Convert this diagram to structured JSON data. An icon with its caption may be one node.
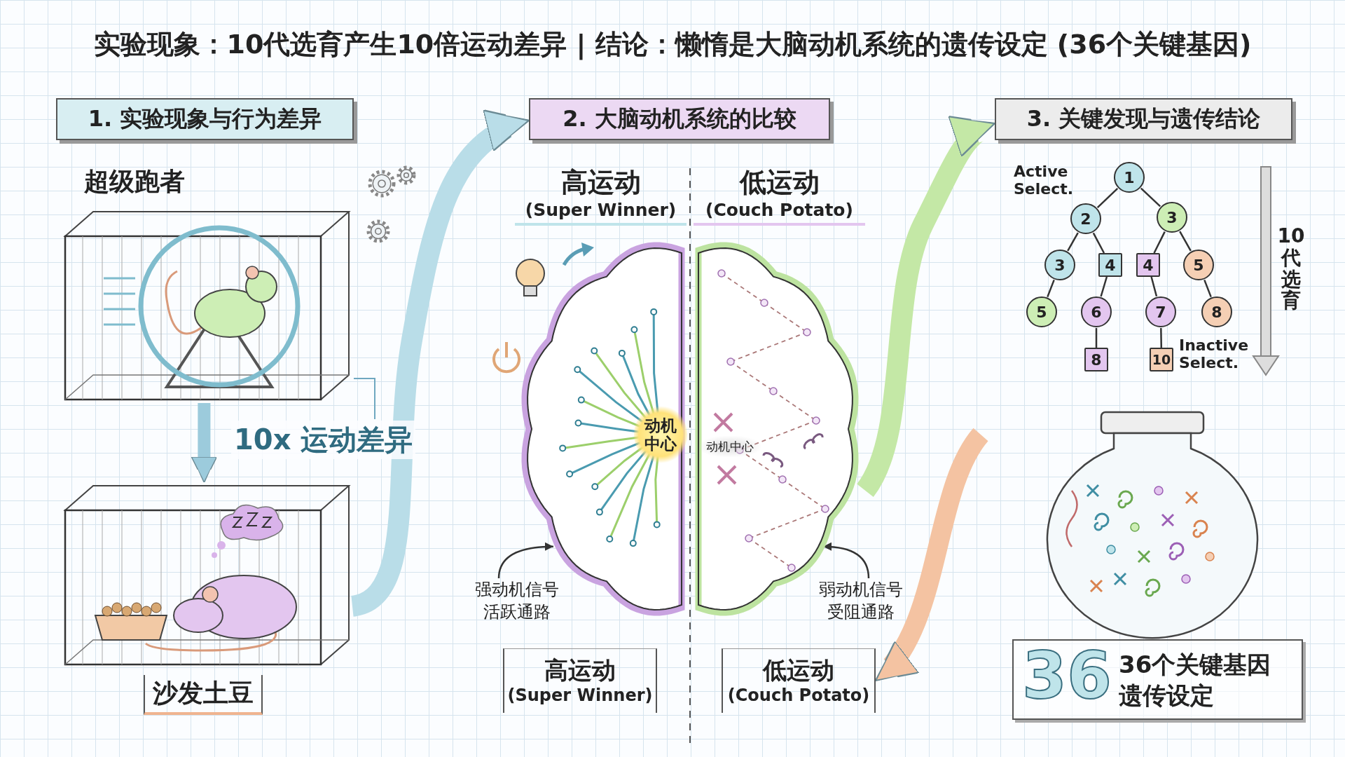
{
  "diagram": {
    "title": "实验现象：10代选育产生10倍运动差异 | 结论：懒惰是大脑动机系统的遗传设定 (36个关键基因)",
    "nodes": [
      {
        "text": [
          "1. 实验现象与行为差异"
        ]
      },
      {
        "text": [
          "2. 大脑动机系统的比较"
        ]
      },
      {
        "text": [
          "3. 关键发现与遗传结论"
        ]
      },
      {
        "text": [
          "超级跑者"
        ]
      },
      {
        "text": [
          "沙发土豆"
        ]
      },
      {
        "text": [
          "高运动",
          "(Super Winner)"
        ]
      },
      {
        "text": [
          "动机中心"
        ],
        "in": 5
      },
      {
        "text": [
          "低运动",
          "(Couch Potato)"
        ]
      },
      {
        "text": [
          "动机中心"
        ],
        "in": 7
      },
      {
        "text": [
          "强动机信号活跃通路"
        ]
      },
      {
        "text": [
          "弱动机信号受阻通路"
        ]
      },
      {
        "text": [
          "高运动",
          "(Super Winner)"
        ]
      },
      {
        "text": [
          "低运动",
          "(Couch Potato)"
        ]
      },
      {
        "text": [
          "1"
        ]
      },
      {
        "text": [
          "2"
        ]
      },
      {
        "text": [
          "3"
        ]
      },
      {
        "text": [
          "3"
        ]
      },
      {
        "text": [
          "4"
        ]
      },
      {
        "text": [
          "4"
        ]
      },
      {
        "text": [
          "5"
        ]
      },
      {
        "text": [
          "5"
        ]
      },
      {
        "text": [
          "6"
        ]
      },
      {
        "text": [
          "7"
        ]
      },
      {
        "text": [
          "8"
        ]
      },
      {
        "text": [
          "8"
        ]
      },
      {
        "text": [
          "10"
        ]
      },
      {
        "text": [
          "36",
          "36个关键基因遗传设定"
        ]
      }
    ],
    "edges": [
      {
        "from": 3,
        "to": 4,
        "arrow": "to",
        "label": "10x 运动差异",
        "style": "thick",
        "color": "#9ccbdc"
      },
      {
        "from": 4,
        "to": 1,
        "arrow": "to",
        "style": "thick",
        "color": "#b9dde8"
      },
      {
        "from": 7,
        "to": 2,
        "arrow": "to",
        "style": "thick",
        "color": "#c4e8a6"
      },
      {
        "from": null,
        "to": 12,
        "arrow": "to",
        "style": "thick",
        "color": "#f4c3a2"
      },
      {
        "from": 9,
        "to": 5,
        "arrow": "to"
      },
      {
        "from": 10,
        "to": 7,
        "arrow": "to"
      },
      {
        "from": 13,
        "to": 14,
        "arrow": "none"
      },
      {
        "from": 13,
        "to": 15,
        "arrow": "none"
      },
      {
        "from": 14,
        "to": 16,
        "arrow": "none"
      },
      {
        "from": 14,
        "to": 17,
        "arrow": "none"
      },
      {
        "from": 15,
        "to": 18,
        "arrow": "none"
      },
      {
        "from": 15,
        "to": 19,
        "arrow": "none"
      },
      {
        "from": 16,
        "to": 20,
        "arrow": "none"
      },
      {
        "from": 17,
        "to": 21,
        "arrow": "none"
      },
      {
        "from": 18,
        "to": 22,
        "arrow": "none"
      },
      {
        "from": 19,
        "to": 23,
        "arrow": "none"
      },
      {
        "from": 21,
        "to": 24,
        "arrow": "none"
      },
      {
        "from": 22,
        "to": 25,
        "arrow": "none"
      }
    ],
    "labels": [
      "Active Select.",
      "Inactive Select.",
      "10代选育"
    ]
  }
}
